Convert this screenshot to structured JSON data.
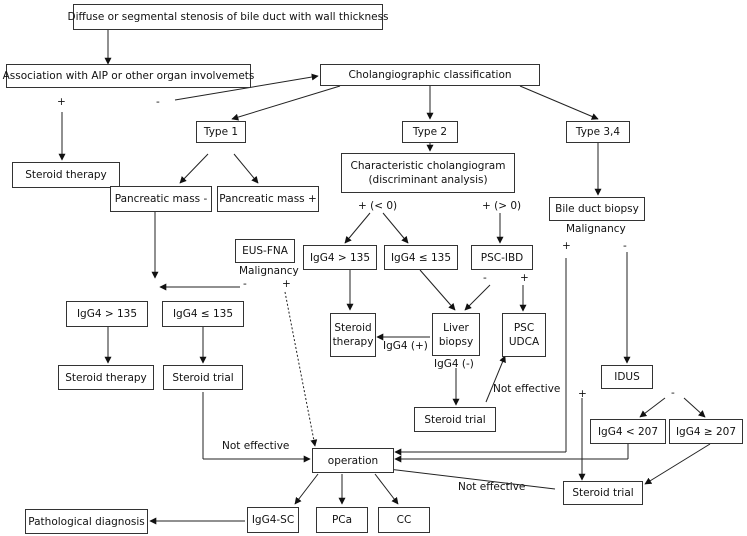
{
  "boxes": {
    "diffuse": "Diffuse or segmental stenosis of bile duct with wall thickness",
    "association": "Association with AIP or other organ involvemets",
    "cholangio": "Cholangiographic classification",
    "type1": "Type 1",
    "type2": "Type 2",
    "type34": "Type 3,4",
    "steroid_top": "Steroid therapy",
    "char_line1": "Characteristic cholangiogram",
    "char_line2": "(discriminant analysis)",
    "panc_minus": "Pancreatic mass -",
    "panc_plus": "Pancreatic mass +",
    "bile_biopsy": "Bile duct biopsy",
    "eus": "EUS-FNA",
    "igg4_gt135_mid": "IgG4 > 135",
    "igg4_le135_mid": "IgG4 ≤ 135",
    "psc_ibd": "PSC-IBD",
    "igg4_gt135_left": "IgG4 > 135",
    "igg4_le135_left": "IgG4 ≤ 135",
    "steroid_mid_1": "Steroid",
    "steroid_mid_2": "therapy",
    "liver_1": "Liver",
    "liver_2": "biopsy",
    "psc_1": "PSC",
    "psc_2": "UDCA",
    "idus": "IDUS",
    "steroid_left": "Steroid therapy",
    "steroid_trial_left": "Steroid trial",
    "steroid_trial_mid": "Steroid trial",
    "igg4_lt207": "IgG4 < 207",
    "igg4_ge207": "IgG4 ≥ 207",
    "operation": "operation",
    "steroid_trial_right": "Steroid trial",
    "path_dx": "Pathological diagnosis",
    "igg4sc": "IgG4-SC",
    "pca": "PCa",
    "cc": "CC"
  },
  "labels": {
    "plus_assoc": "+",
    "minus_assoc": "-",
    "plus_lt0": "+ (< 0)",
    "plus_gt0": "+ (> 0)",
    "malignancy_right": "Malignancy",
    "plus_right": "+",
    "minus_right": "-",
    "malignancy_eus": "Malignancy",
    "minus_eus": "-",
    "plus_eus": "+",
    "minus_psc": "-",
    "plus_psc": "+",
    "igg4_pos": "IgG4 (+)",
    "igg4_neg": "IgG4 (-)",
    "not_effective_mid": "Not effective",
    "plus_steroid_right": "+",
    "minus_idus": "-",
    "not_effective_left": "Not effective",
    "not_effective_right": "Not effective"
  }
}
